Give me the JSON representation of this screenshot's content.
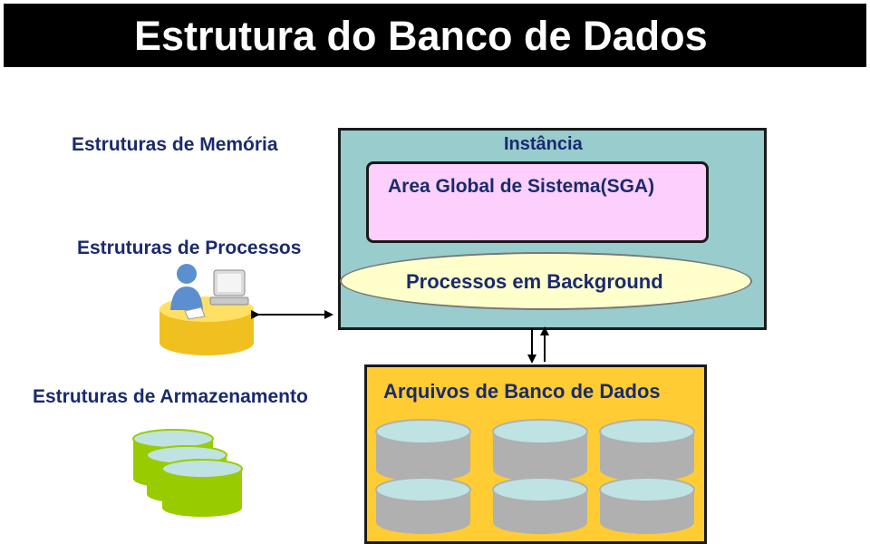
{
  "title": "Estrutura do Banco de Dados",
  "labels": {
    "memory": "Estruturas de Memória",
    "processes": "Estruturas de Processos",
    "storage": "Estruturas de Armazenamento"
  },
  "instance": {
    "label": "Instância",
    "sga_label": "Area Global de Sistema(SGA)",
    "background_label": "Processos em Background"
  },
  "files": {
    "label": "Arquivos de Banco de Dados"
  },
  "colors": {
    "title_bar": "#000000",
    "label_text": "#1a2a6e",
    "instance": "#99cccc",
    "sga": "#fccffc",
    "background": "#ffffcc",
    "files": "#ffcc33",
    "db_disk": "#b0b0b0",
    "storage_disk": "#99cc00"
  },
  "icons": {
    "user": "user-at-computer-icon",
    "disk": "database-disk-icon",
    "storage": "storage-stack-icon"
  }
}
